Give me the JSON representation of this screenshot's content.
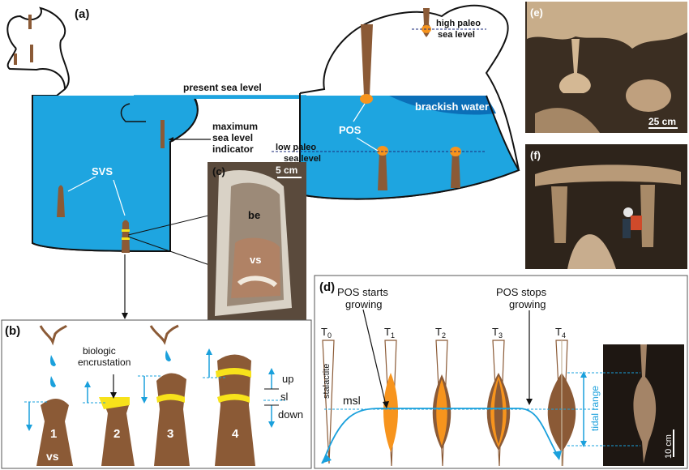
{
  "panels": {
    "a": {
      "letter": "(a)",
      "present_sea_level": "present sea level",
      "max_indicator_1": "maximum",
      "max_indicator_2": "sea level",
      "max_indicator_3": "indicator",
      "svs": "SVS",
      "high_paleo_1": "high paleo",
      "high_paleo_2": "sea level",
      "brackish": "brackish water",
      "pos": "POS",
      "low_paleo_1": "low paleo",
      "low_paleo_2": "sea level"
    },
    "b": {
      "letter": "(b)",
      "encrust_1": "biologic",
      "encrust_2": "encrustation",
      "stages": [
        "1",
        "2",
        "3",
        "4"
      ],
      "vs": "vs",
      "up": "up",
      "sl": "sl",
      "down": "down"
    },
    "c": {
      "letter": "(c)",
      "scale": "5 cm",
      "be": "be",
      "vs": "vs"
    },
    "d": {
      "letter": "(d)",
      "starts_1": "POS starts",
      "starts_2": "growing",
      "stops_1": "POS stops",
      "stops_2": "growing",
      "t_labels": [
        "0",
        "1",
        "2",
        "3",
        "4"
      ],
      "t_letter": "T",
      "stalactite": "stalactite",
      "msl": "msl",
      "tidal_range": "tidal range",
      "scale": "10 cm"
    },
    "e": {
      "letter": "(e)",
      "scale": "25 cm"
    },
    "f": {
      "letter": "(f)"
    }
  },
  "colors": {
    "water": "#1ea5e0",
    "deep_water": "#0b6fb8",
    "rock": "#8b5a36",
    "encrust": "#f7e21b",
    "pos": "#f7941d",
    "tide": "#1aa0dc"
  }
}
